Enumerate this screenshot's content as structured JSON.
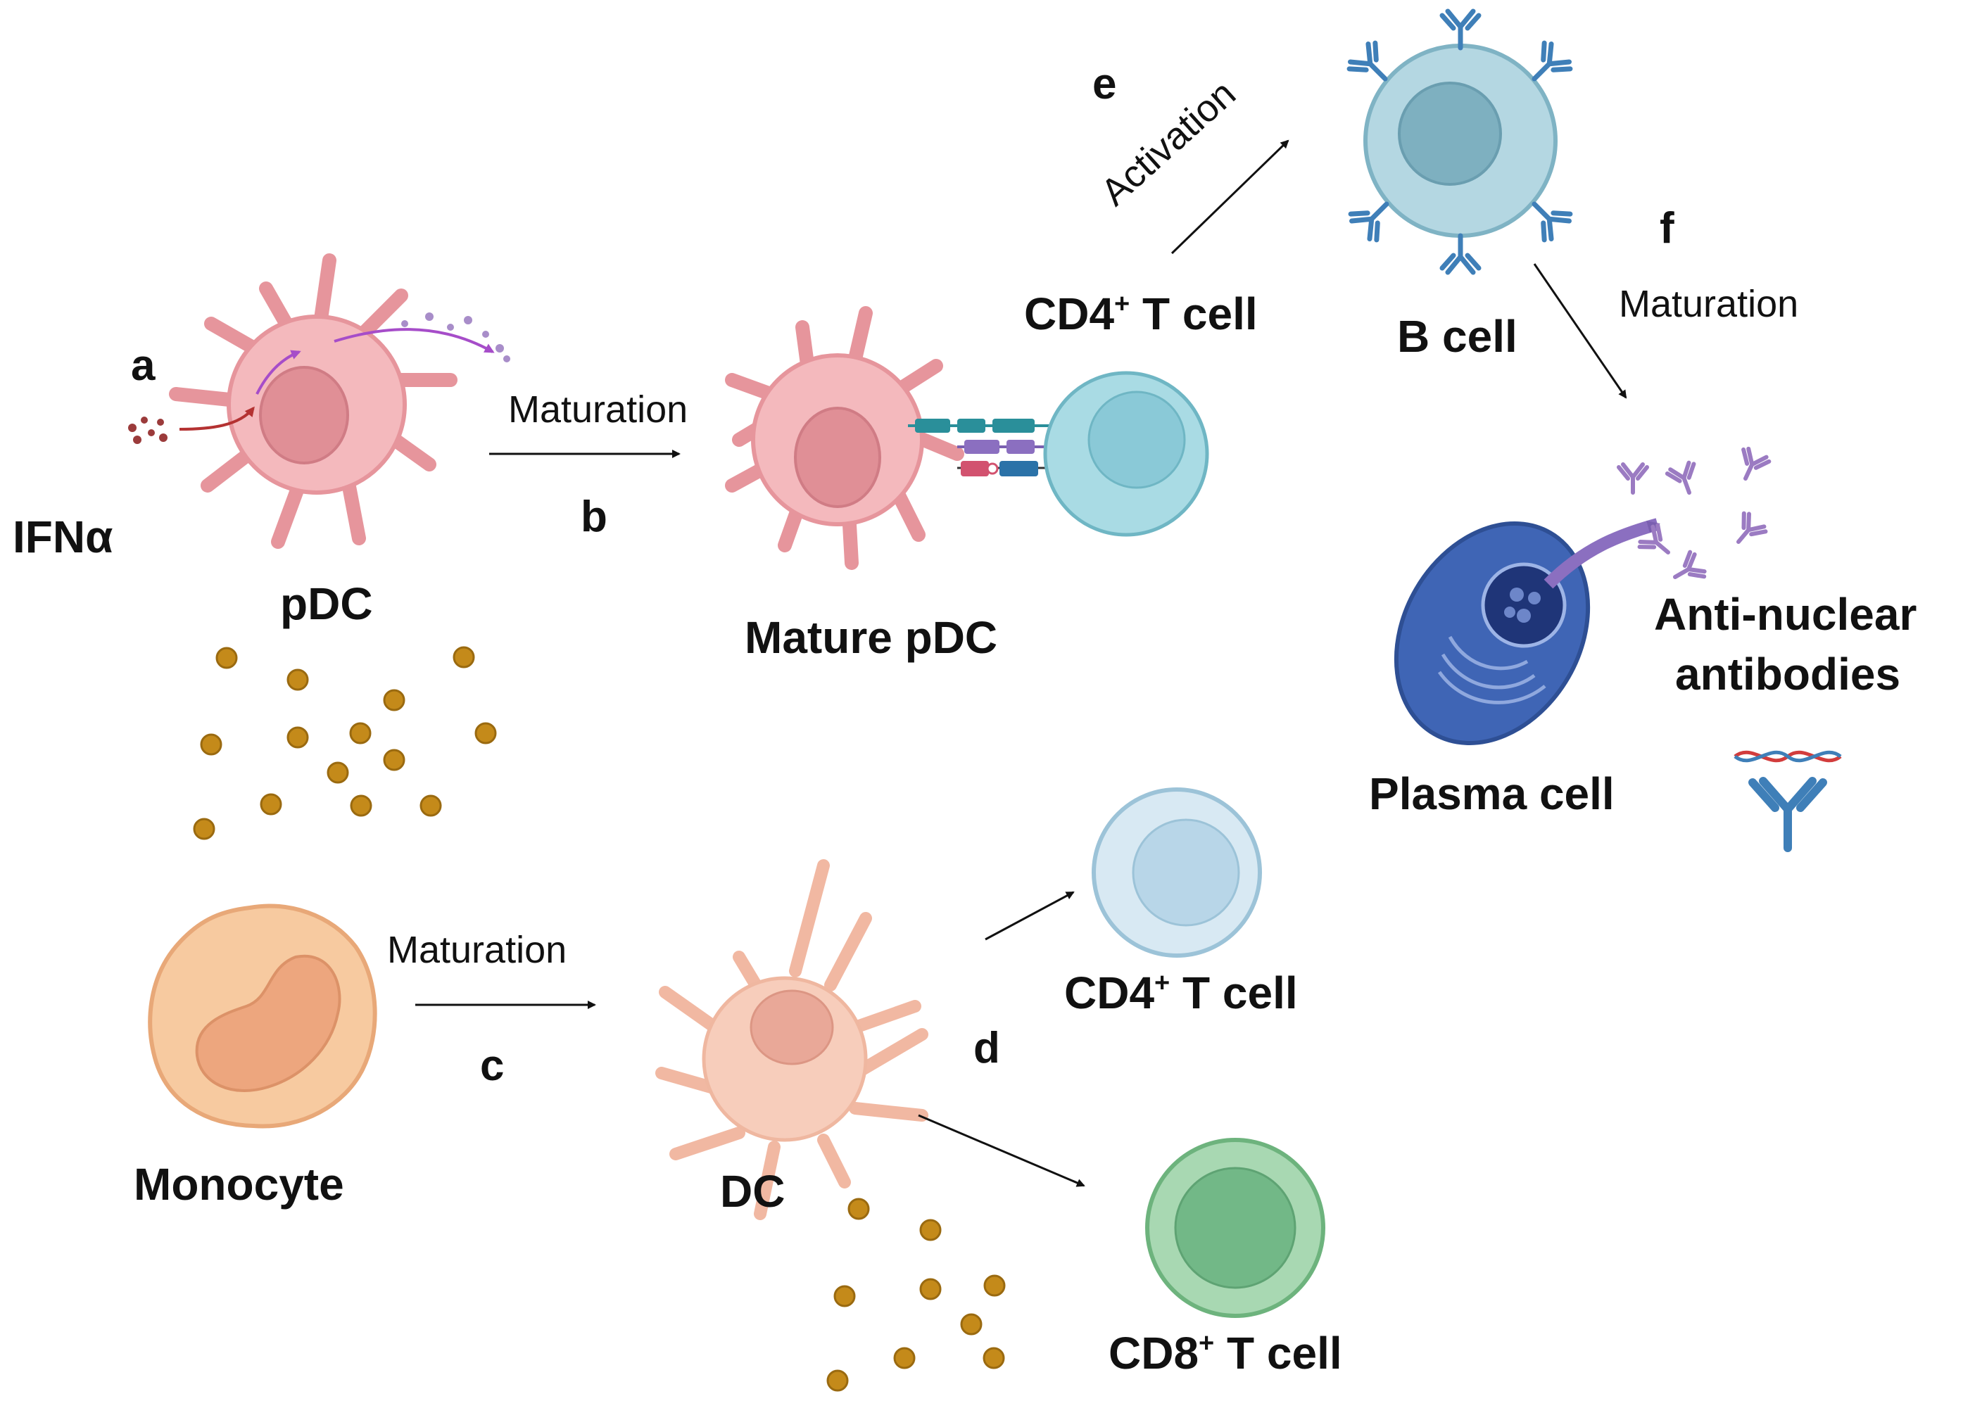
{
  "labels": {
    "a": "a",
    "b": "b",
    "c": "c",
    "d": "d",
    "e": "e",
    "f": "f",
    "ifn": "IFNα",
    "pdc": "pDC",
    "mature_pdc": "Mature pDC",
    "monocyte": "Monocyte",
    "dc": "DC",
    "b_cell": "B cell",
    "plasma_cell": "Plasma cell",
    "ana_line1": "Anti-nuclear",
    "ana_line2": "antibodies",
    "cd4_prefix": "CD4",
    "cd8_prefix": "CD8",
    "t_cell_suffix": " T cell",
    "plus": "+",
    "maturation": "Maturation",
    "activation": "Activation"
  },
  "colors": {
    "pdc_fill": "#f4b9bd",
    "pdc_stroke": "#e6959c",
    "pdc_nucleus": "#e08f96",
    "dc_fill": "#f7cdbb",
    "dc_nucleus": "#e9a898",
    "monocyte_fill": "#f7caa0",
    "monocyte_nucleus": "#eda67e",
    "cd4_teal": "#a9dbe4",
    "cd4_light": "#cfe5ef",
    "cd8_green": "#9fd3ac",
    "b_cell": "#9fcad7",
    "plasma": "#3f65b5",
    "cytokine": "#c48a1a",
    "antibody_blue": "#3f7fb8",
    "antibody_purple": "#9b7bc2"
  }
}
